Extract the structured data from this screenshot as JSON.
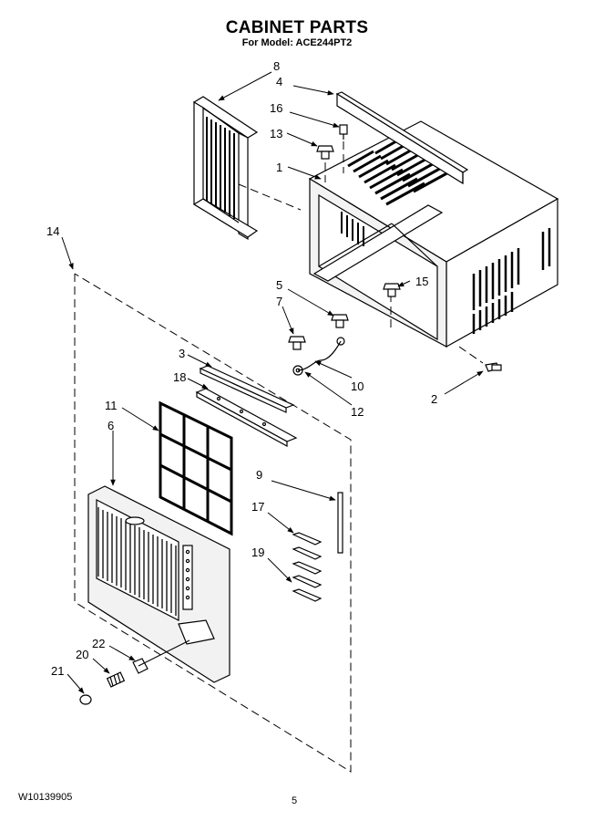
{
  "header": {
    "title": "CABINET PARTS",
    "subtitle": "For Model: ACE244PT2"
  },
  "footer": {
    "doc_number": "W10139905",
    "page_number": "5"
  },
  "callouts": {
    "c8": "8",
    "c4": "4",
    "c16": "16",
    "c13": "13",
    "c1": "1",
    "c14": "14",
    "c5": "5",
    "c15": "15",
    "c7": "7",
    "c3": "3",
    "c10": "10",
    "c2": "2",
    "c18": "18",
    "c12": "12",
    "c11": "11",
    "c6": "6",
    "c9": "9",
    "c17": "17",
    "c19": "19",
    "c22": "22",
    "c20": "20",
    "c21": "21"
  }
}
